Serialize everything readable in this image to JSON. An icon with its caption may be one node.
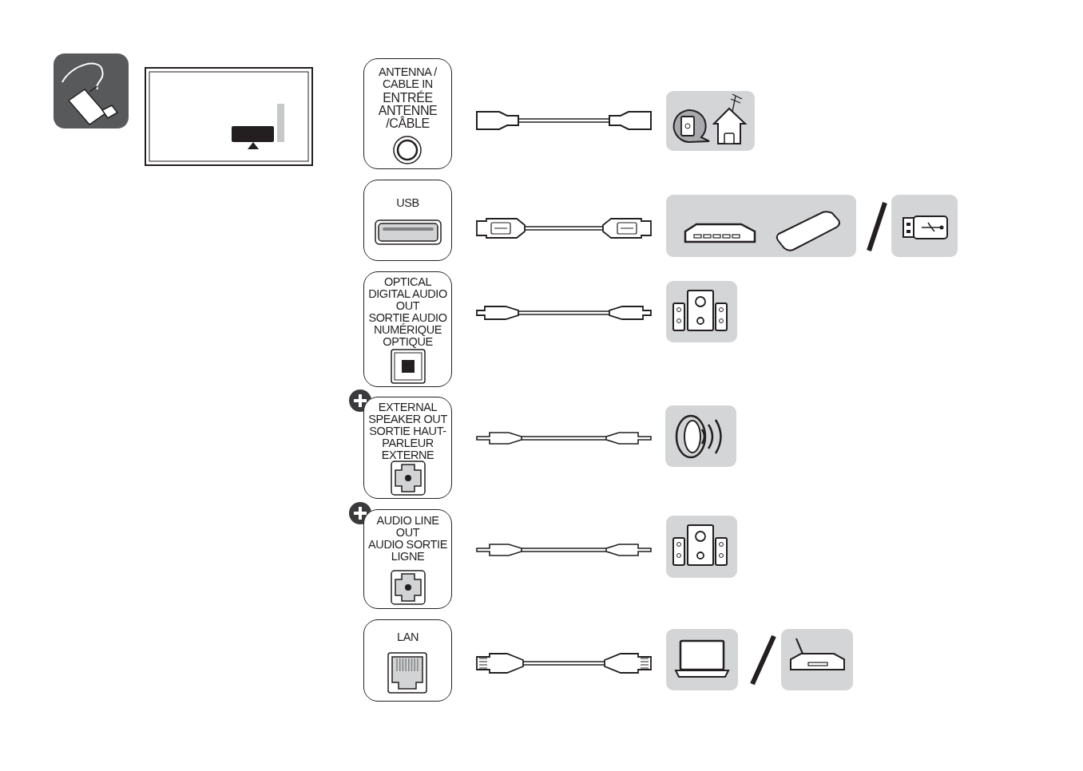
{
  "diagram": {
    "nodes": [
      {
        "text": [
          "ANTENNA / CABLE IN",
          "ENTRÉE ANTENNE /CÂBLE"
        ]
      },
      {
        "text": [
          "USB"
        ]
      },
      {
        "text": [
          "OPTICAL DIGITAL AUDIO OUT",
          "SORTIE AUDIO NUMÉRIQUE OPTIQUE"
        ]
      },
      {
        "text": [
          "EXTERNAL SPEAKER OUT",
          "SORTIE HAUT-PARLEUR EXTERNE"
        ]
      },
      {
        "text": [
          "AUDIO LINE OUT",
          "AUDIO SORTIE LIGNE"
        ]
      },
      {
        "text": [
          "LAN"
        ]
      }
    ]
  }
}
